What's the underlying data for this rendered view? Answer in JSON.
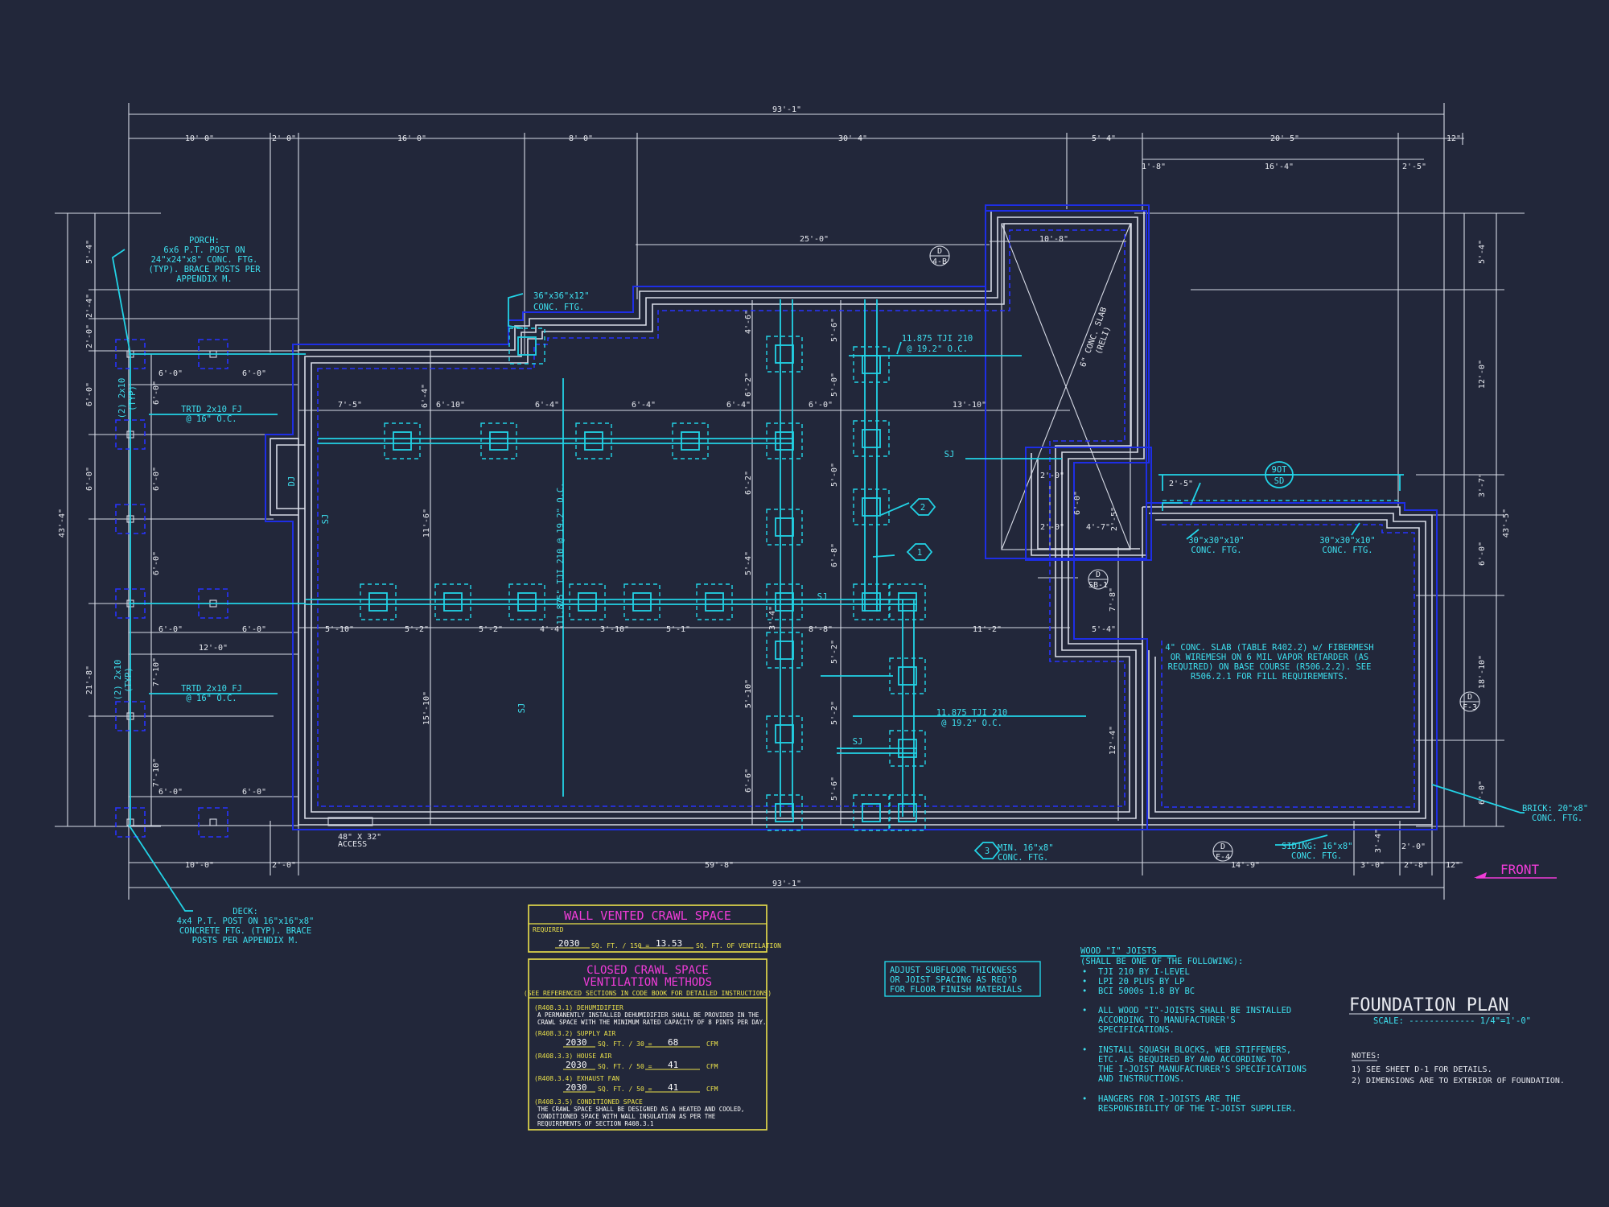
{
  "overall": {
    "top": "93'-1\"",
    "bottom": "93'-1\"",
    "left": "43'-4\"",
    "right": "43'-5\""
  },
  "top_dims": [
    "10'-0\"",
    "2'-0\"",
    "16'-0\"",
    "8'-0\"",
    "30'-4\"",
    "5'-4\"",
    "20'-5\"",
    "12\""
  ],
  "top_dims2": [
    "1'-8\"",
    "16'-4\"",
    "2'-5\"",
    "25'-0\"",
    "10'-8\""
  ],
  "bottom_dims": [
    "10'-0\"",
    "2'-0\"",
    "59'-8\"",
    "14'-9\"",
    "3'-0\"",
    "2'-8\"",
    "12\""
  ],
  "left_dims": [
    "5'-4\"",
    "2'-4\"",
    "2'-0\"",
    "6'-0\"",
    "6'-0\"",
    "6'-0\"",
    "21'-8\"",
    "7'-10\"",
    "7'-10\"",
    "6'-0\""
  ],
  "right_dims": [
    "5'-4\"",
    "12'-0\"",
    "3'-7\"",
    "6'-0\"",
    "18'-10\"",
    "6'-0\""
  ],
  "inner_dims": {
    "row1": [
      "7'-5\"",
      "6'-4\"",
      "6'-10\"",
      "6'-4\"",
      "6'-4\"",
      "6'-4\"",
      "6'-0\"",
      "13'-10\""
    ],
    "row2": [
      "5'-10\"",
      "5'-2\"",
      "5'-2\"",
      "4'-4\"",
      "3'-10\"",
      "5'-1\"",
      "8'-8\"",
      "11'-2\"",
      "5'-4\""
    ],
    "porch_row": [
      "6'-0\"",
      "6'-0\"",
      "6'-0\"",
      "6'-0\"",
      "12'-0\"",
      "6'-0\"",
      "6'-0\""
    ],
    "vertical": [
      "4'-6\"",
      "6'-2\"",
      "6'-2\"",
      "5'-4\"",
      "5'-10\"",
      "6'-6\"",
      "5'-6\"",
      "5'-0\"",
      "5'-0\"",
      "6'-8\"",
      "5'-2\"",
      "5'-2\"",
      "5'-6\"",
      "11'-6\"",
      "15'-10\"",
      "12'-4\"",
      "7'-8\"",
      "2'-0\"",
      "6'-0\"",
      "2'-0\"",
      "4'-7\"",
      "2'-5\"",
      "2'-5\"",
      "2'-0\"",
      "5'-4\"",
      "3'-4\""
    ]
  },
  "annotations": {
    "porch": [
      "PORCH:",
      "6x6 P.T. POST ON",
      "24\"x24\"x8\" CONC. FTG.",
      "(TYP). BRACE POSTS PER",
      "APPENDIX M."
    ],
    "conc_ftg_36": [
      "36\"x36\"x12\"",
      "CONC. FTG."
    ],
    "tji_top": [
      "11.875 TJI 210",
      "@ 19.2\" O.C."
    ],
    "tji_mid": [
      "11.875 TJI 210",
      "@ 19.2\" O.C."
    ],
    "tji_vert": "11.875\" TJI 210 @ 19.2\" O.C.",
    "trtd_top": [
      "TRTD 2x10 FJ",
      "@ 16\" O.C."
    ],
    "trtd_bot": [
      "TRTD 2x10 FJ",
      "@ 16\" O.C."
    ],
    "twox10_top": [
      "(2) 2x10",
      "(TYP)"
    ],
    "twox10_bot": [
      "(2) 2x10",
      "(TYP)"
    ],
    "sj": "SJ",
    "dj": "DJ",
    "slab_note": [
      "4\" CONC. SLAB (TABLE R402.2) w/ FIBERMESH",
      "OR WIREMESH ON 6 MIL VAPOR RETARDER (AS",
      "REQUIRED) ON BASE COURSE (R506.2.2). SEE",
      "R506.2.1 FOR FILL REQUIREMENTS."
    ],
    "ftg_30a": [
      "30\"x30\"x10\"",
      "CONC. FTG."
    ],
    "ftg_30b": [
      "30\"x30\"x10\"",
      "CONC. FTG."
    ],
    "sd_top": "9OT",
    "sd_bot": "SD",
    "brick": [
      "BRICK: 20\"x8\"",
      "CONC. FTG."
    ],
    "siding": [
      "SIDING: 16\"x8\"",
      "CONC. FTG."
    ],
    "min_ftg": [
      "MIN. 16\"x8\"",
      "CONC. FTG."
    ],
    "access": [
      "48\" X 32\"",
      "ACCESS"
    ],
    "deck": [
      "DECK:",
      "4x4 P.T. POST ON 16\"x16\"x8\"",
      "CONCRETE FTG. (TYP). BRACE",
      "POSTS PER APPENDIX M."
    ],
    "slab_diag": [
      "6\" CONC. SLAB",
      "(RELI)"
    ],
    "front": "FRONT",
    "callout_1": "1",
    "callout_2": "2",
    "callout_3": "3",
    "section_marks": [
      {
        "top": "D",
        "bot": "4-B"
      },
      {
        "top": "D",
        "bot": "SB-1"
      },
      {
        "top": "D",
        "bot": "F-3"
      },
      {
        "top": "D",
        "bot": "F-4"
      }
    ]
  },
  "wall_vented": {
    "title": "WALL VENTED CRAWL SPACE",
    "required": "REQUIRED",
    "sqft": "2030",
    "unit1": "SQ. FT. / 150 =",
    "result": "13.53",
    "unit2": "SQ. FT. OF VENTILATION"
  },
  "closed_crawl": {
    "title1": "CLOSED CRAWL SPACE",
    "title2": "VENTILATION METHODS",
    "subtitle": "(SEE REFERENCED SECTIONS IN CODE BOOK FOR DETAILED INSTRUCTIONS)",
    "dehum_head": "(R408.3.1) DEHUMIDIFIER",
    "dehum_text": [
      "A PERMANENTLY INSTALLED DEHUMIDIFIER SHALL BE PROVIDED IN THE",
      "CRAWL SPACE WITH THE MINIMUM RATED CAPACITY OF 8 PINTS PER DAY."
    ],
    "rows": [
      {
        "head": "(R408.3.2)  SUPPLY AIR",
        "sqft": "2030",
        "unit": "SQ. FT. / 30 =",
        "val": "68",
        "cfm": "CFM"
      },
      {
        "head": "(R408.3.3)  HOUSE AIR",
        "sqft": "2030",
        "unit": "SQ. FT. / 50 =",
        "val": "41",
        "cfm": "CFM"
      },
      {
        "head": "(R408.3.4)  EXHAUST FAN",
        "sqft": "2030",
        "unit": "SQ. FT. / 50 =",
        "val": "41",
        "cfm": "CFM"
      }
    ],
    "cond_head": "(R408.3.5)  CONDITIONED SPACE",
    "cond_text": [
      "THE CRAWL SPACE SHALL BE DESIGNED AS A HEATED AND COOLED,",
      "CONDITIONED SPACE WITH WALL INSULATION AS PER THE",
      "REQUIREMENTS OF SECTION R408.3.1"
    ]
  },
  "subfloor_note": [
    "ADJUST SUBFLOOR THICKNESS",
    "OR JOIST SPACING AS REQ'D",
    "FOR FLOOR FINISH MATERIALS"
  ],
  "wood_joists": {
    "title": "WOOD \"I\" JOISTS",
    "sub": "(SHALL BE ONE OF THE FOLLOWING):",
    "items": [
      "TJI 210 BY I-LEVEL",
      "LPI 20 PLUS BY LP",
      "BCI 5000s 1.8 BY BC"
    ],
    "notes": [
      [
        "ALL WOOD \"I\"-JOISTS SHALL BE INSTALLED",
        "ACCORDING TO MANUFACTURER'S",
        "SPECIFICATIONS."
      ],
      [
        "INSTALL SQUASH BLOCKS, WEB STIFFENERS,",
        "ETC. AS REQUIRED BY AND ACCORDING TO",
        "THE I-JOIST MANUFACTURER'S SPECIFICATIONS",
        "AND INSTRUCTIONS."
      ],
      [
        "HANGERS FOR I-JOISTS ARE THE",
        "RESPONSIBILITY OF THE I-JOIST SUPPLIER."
      ]
    ]
  },
  "title_block": {
    "title": "FOUNDATION PLAN",
    "scale": "SCALE: ------------- 1/4\"=1'-0\""
  },
  "notes": {
    "head": "NOTES:",
    "items": [
      "1)  SEE SHEET D-1 FOR DETAILS.",
      "2)  DIMENSIONS ARE TO EXTERIOR OF FOUNDATION."
    ]
  },
  "colors": {
    "background": "#22273a",
    "dimension": "#d7dbe6",
    "footing": "#1e2ee6",
    "annotation": "#22d3e6",
    "schedule_border": "#ece24b",
    "title_magenta": "#f03cd8"
  }
}
